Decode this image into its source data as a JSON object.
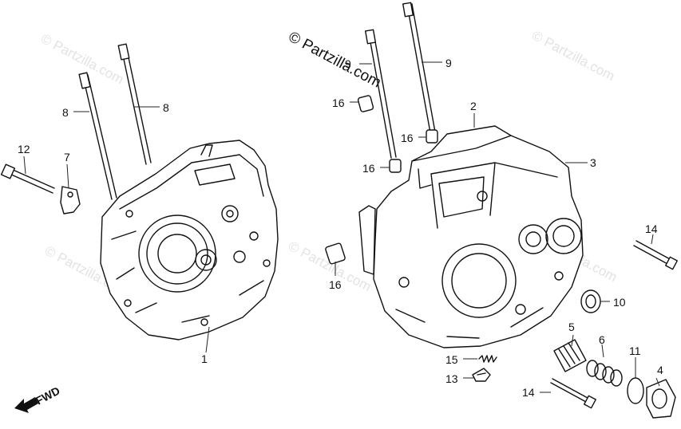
{
  "watermarks": {
    "main": "© Partzilla.com",
    "faint": "© Partzilla.com"
  },
  "fwd_label": "FWD",
  "callouts": [
    {
      "id": "c1",
      "text": "1"
    },
    {
      "id": "c2",
      "text": "2"
    },
    {
      "id": "c3",
      "text": "3"
    },
    {
      "id": "c4",
      "text": "4"
    },
    {
      "id": "c5",
      "text": "5"
    },
    {
      "id": "c6",
      "text": "6"
    },
    {
      "id": "c7",
      "text": "7"
    },
    {
      "id": "c8a",
      "text": "8"
    },
    {
      "id": "c8b",
      "text": "8"
    },
    {
      "id": "c9a",
      "text": "9"
    },
    {
      "id": "c9b",
      "text": "9"
    },
    {
      "id": "c10",
      "text": "10"
    },
    {
      "id": "c11",
      "text": "11"
    },
    {
      "id": "c12",
      "text": "12"
    },
    {
      "id": "c13",
      "text": "13"
    },
    {
      "id": "c14a",
      "text": "14"
    },
    {
      "id": "c14b",
      "text": "14"
    },
    {
      "id": "c15",
      "text": "15"
    },
    {
      "id": "c16a",
      "text": "16"
    },
    {
      "id": "c16b",
      "text": "16"
    },
    {
      "id": "c16c",
      "text": "16"
    },
    {
      "id": "c16d",
      "text": "16"
    }
  ]
}
